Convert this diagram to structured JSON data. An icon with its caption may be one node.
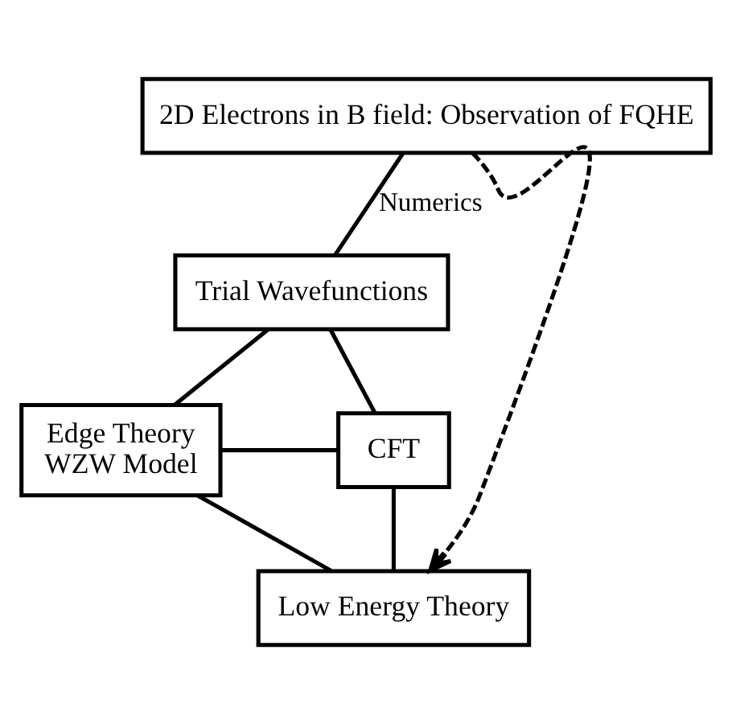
{
  "diagram": {
    "nodes": [
      {
        "text": [
          "2D Electrons in B field: Observation of FQHE"
        ]
      },
      {
        "text": [
          "Trial Wavefunctions"
        ]
      },
      {
        "text": [
          "Edge Theory",
          "WZW Model"
        ]
      },
      {
        "text": [
          "CFT"
        ]
      },
      {
        "text": [
          "Low Energy Theory"
        ]
      }
    ],
    "edges": [
      {
        "from": 0,
        "to": 1,
        "arrow": "none",
        "label": "Numerics"
      },
      {
        "from": 1,
        "to": 2,
        "arrow": "none"
      },
      {
        "from": 1,
        "to": 3,
        "arrow": "none"
      },
      {
        "from": 2,
        "to": 3,
        "arrow": "none"
      },
      {
        "from": 2,
        "to": 4,
        "arrow": "none"
      },
      {
        "from": 3,
        "to": 4,
        "arrow": "none"
      },
      {
        "from": 0,
        "to": 4,
        "arrow": "to",
        "style": "dashed"
      }
    ]
  }
}
